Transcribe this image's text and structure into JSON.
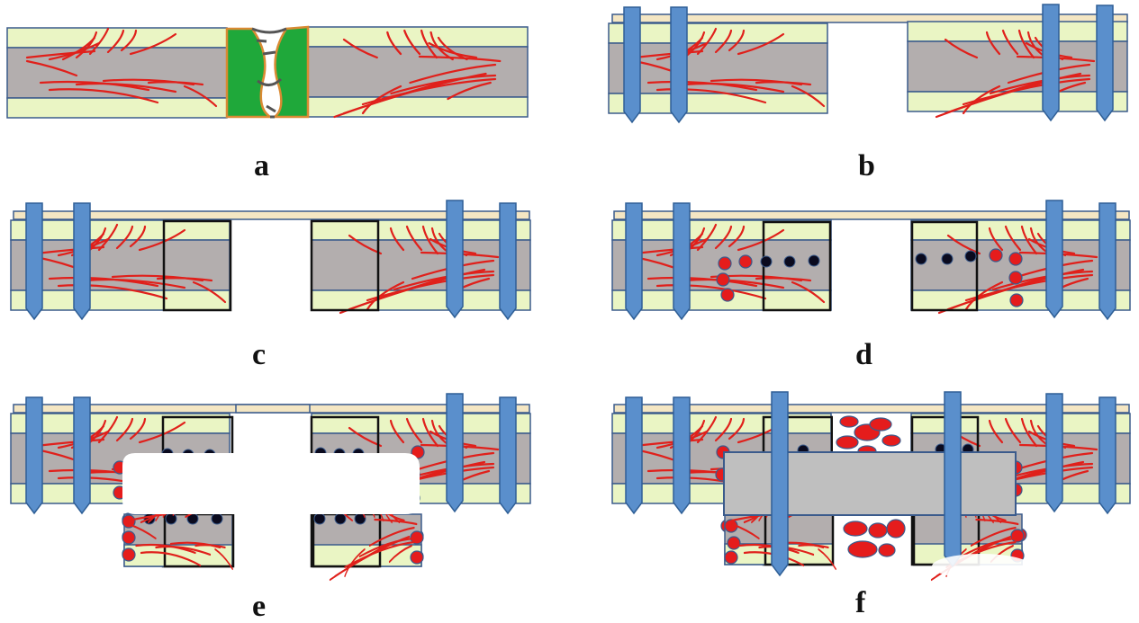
{
  "panels": [
    {
      "id": "a",
      "label": "a"
    },
    {
      "id": "b",
      "label": "b"
    },
    {
      "id": "c",
      "label": "c"
    },
    {
      "id": "d",
      "label": "d"
    },
    {
      "id": "e",
      "label": "e"
    },
    {
      "id": "f",
      "label": "f"
    }
  ],
  "colors": {
    "bone_cortex": "#eaf5c4",
    "bone_marrow": "#b3aeae",
    "outline": "#3b5b8c",
    "blood_vessel": "#e0201b",
    "callus": "#1fa83a",
    "callus_rim": "#d98a33",
    "pin": "#5a8fcc",
    "pin_edge": "#2f5f96",
    "fixator_bar": "#f4e6c3",
    "black_dot": "#0a0a1e",
    "red_cell": "#e51c1c",
    "graft": "#bfbfbf",
    "background": "#ffffff"
  }
}
